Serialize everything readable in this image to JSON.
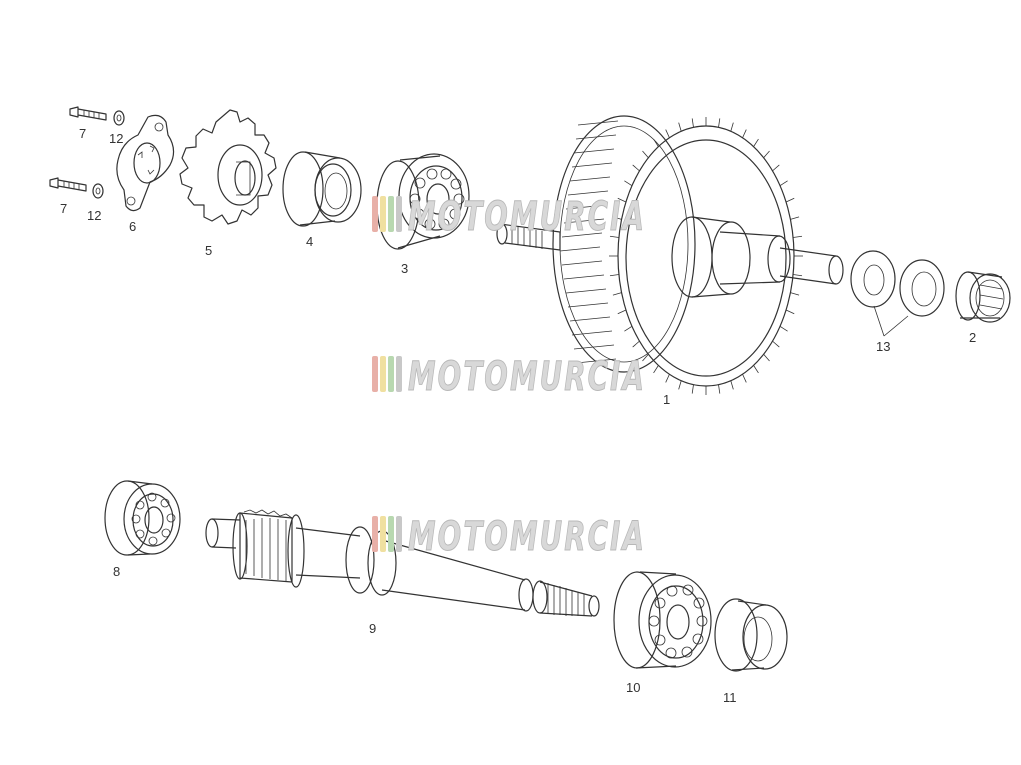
{
  "watermark": {
    "text": "MOTOMURCIA",
    "stripe_colors": [
      "#e8b0a8",
      "#f0e0a0",
      "#b8d8b0",
      "#c8c8c8"
    ]
  },
  "callouts": [
    "1",
    "2",
    "3",
    "4",
    "5",
    "6",
    "7",
    "7",
    "8",
    "9",
    "10",
    "11",
    "12",
    "12",
    "13"
  ]
}
